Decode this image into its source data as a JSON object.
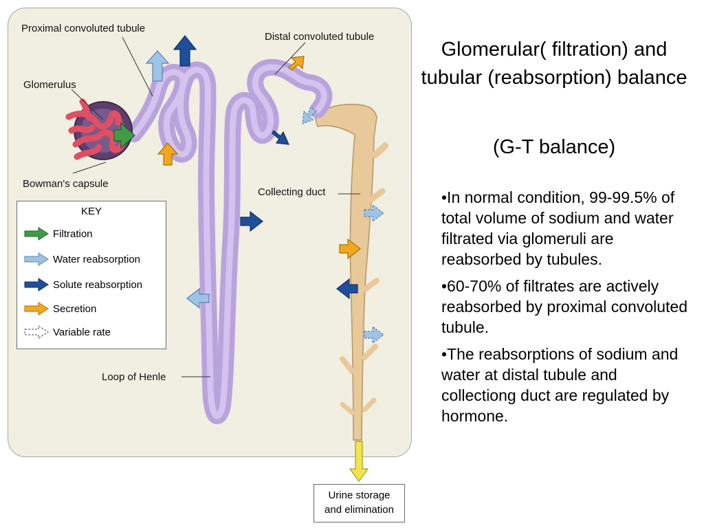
{
  "slide": {
    "title": "Glomerular( filtration) and tubular (reabsorption) balance",
    "subtitle": "(G-T balance)",
    "bullets": [
      "•In normal condition, 99-99.5% of total volume of sodium and water filtrated via glomeruli are reabsorbed by tubules.",
      "•60-70% of filtrates are actively reabsorbed by proximal convoluted tubule.",
      "•The reabsorptions of sodium and water at distal tubule and collectiong duct are regulated by hormone."
    ]
  },
  "diagram": {
    "labels": {
      "proximal": "Proximal convoluted tubule",
      "distal": "Distal convoluted tubule",
      "glomerulus": "Glomerulus",
      "bowman": "Bowman's capsule",
      "collecting": "Collecting duct",
      "henle": "Loop of Henle"
    },
    "key": {
      "title": "KEY",
      "items": [
        {
          "label": "Filtration",
          "color": "#3f9c45",
          "icon": "green-arrow-icon"
        },
        {
          "label": "Water reabsorption",
          "color": "#9ec3e6",
          "icon": "light-blue-arrow-icon"
        },
        {
          "label": "Solute reabsorption",
          "color": "#1f4f9a",
          "icon": "dark-blue-arrow-icon"
        },
        {
          "label": "Secretion",
          "color": "#f2a81d",
          "icon": "orange-arrow-icon"
        },
        {
          "label": "Variable rate",
          "color": "#ffffff",
          "icon": "dashed-arrow-icon"
        }
      ]
    },
    "output_box": {
      "line1": "Urine storage",
      "line2": "and elimination"
    },
    "colors": {
      "panel": "#f1eee2",
      "tubule": "#b9a3dc",
      "collecting_duct": "#e8c99a",
      "glomerulus": "#e04f64",
      "capsule": "#5d3f6f"
    }
  }
}
